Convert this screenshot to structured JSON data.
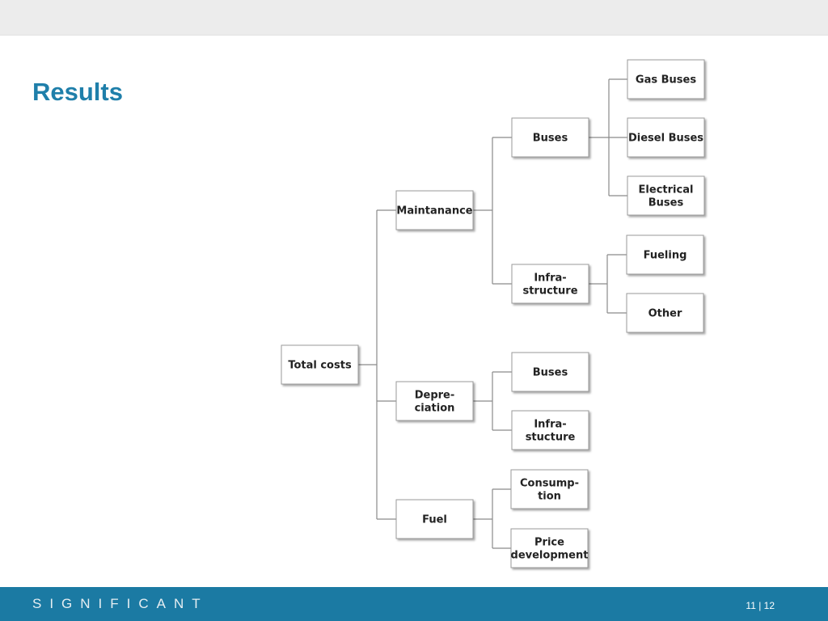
{
  "header": {
    "title": "Results"
  },
  "tree": {
    "root": {
      "id": "total",
      "lines": [
        "Total costs"
      ]
    },
    "nodes": [
      {
        "id": "maint",
        "parent": "total",
        "lines": [
          "Maintanance"
        ]
      },
      {
        "id": "dep",
        "parent": "total",
        "lines": [
          "Depre-",
          "ciation"
        ]
      },
      {
        "id": "fuel",
        "parent": "total",
        "lines": [
          "Fuel"
        ]
      },
      {
        "id": "m_buses",
        "parent": "maint",
        "lines": [
          "Buses"
        ]
      },
      {
        "id": "m_infra",
        "parent": "maint",
        "lines": [
          "Infra-",
          "structure"
        ]
      },
      {
        "id": "gas",
        "parent": "m_buses",
        "lines": [
          "Gas Buses"
        ]
      },
      {
        "id": "diesel",
        "parent": "m_buses",
        "lines": [
          "Diesel Buses"
        ]
      },
      {
        "id": "elec",
        "parent": "m_buses",
        "lines": [
          "Electrical",
          "Buses"
        ]
      },
      {
        "id": "fueling",
        "parent": "m_infra",
        "lines": [
          "Fueling"
        ]
      },
      {
        "id": "other",
        "parent": "m_infra",
        "lines": [
          "Other"
        ]
      },
      {
        "id": "d_buses",
        "parent": "dep",
        "lines": [
          "Buses"
        ]
      },
      {
        "id": "d_infra",
        "parent": "dep",
        "lines": [
          "Infra-",
          "stucture"
        ]
      },
      {
        "id": "consump",
        "parent": "fuel",
        "lines": [
          "Consump-",
          "tion"
        ]
      },
      {
        "id": "price",
        "parent": "fuel",
        "lines": [
          "Price",
          "development"
        ]
      }
    ]
  },
  "footer": {
    "brand": "SIGNIFICANT",
    "page_number": "11 | 12",
    "color": "#1b7aa3"
  },
  "colors": {
    "title": "#1f7faa",
    "top_band": "#ececec"
  }
}
